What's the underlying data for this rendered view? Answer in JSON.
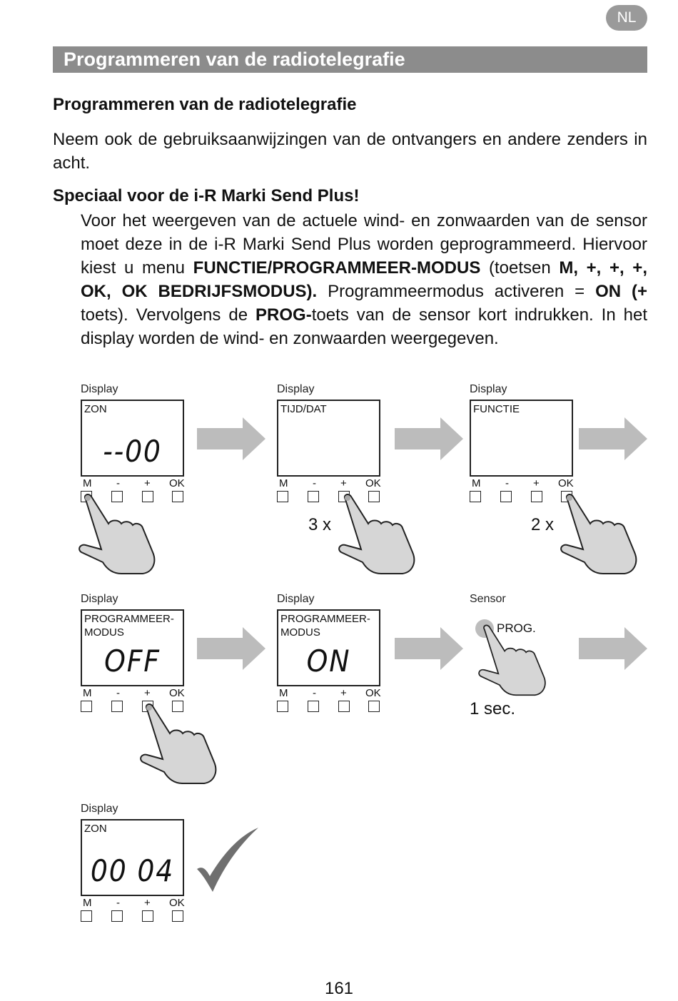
{
  "lang_badge": "NL",
  "banner_title": "Programmeren van de radiotelegrafie",
  "heading1": "Programmeren van de radiotelegrafie",
  "intro": "Neem ook de gebruiksaanwijzingen van de ontvangers en andere zenders in acht.",
  "heading2": "Speciaal voor de i-R Marki Send Plus!",
  "body_segments": [
    {
      "text": "Voor het weergeven van de actuele wind- en zonwaarden van de sensor moet deze in de i-R Marki Send Plus worden geprogrammeerd. Hiervoor kiest u menu ",
      "bold": false
    },
    {
      "text": "FUNCTIE/PROGRAMMEER-MODUS",
      "bold": true
    },
    {
      "text": " (toetsen ",
      "bold": false
    },
    {
      "text": "M, +, +, +, OK, OK BEDRIJFSMODUS).",
      "bold": true
    },
    {
      "text": " Programmeermodus activeren = ",
      "bold": false
    },
    {
      "text": "ON (+",
      "bold": true
    },
    {
      "text": " toets). Vervolgens de ",
      "bold": false
    },
    {
      "text": "PROG-",
      "bold": true
    },
    {
      "text": "toets van de sensor kort indrukken. In het display worden de wind- en zonwaarden weergegeven.",
      "bold": false
    }
  ],
  "key_labels": [
    "M",
    "-",
    "+",
    "OK"
  ],
  "steps": [
    {
      "label": "Display",
      "screen_title": "ZON",
      "screen_value": "--00",
      "count": ""
    },
    {
      "label": "Display",
      "screen_title": "TIJD/DAT",
      "screen_value": "",
      "count": "3 x"
    },
    {
      "label": "Display",
      "screen_title": "FUNCTIE",
      "screen_value": "",
      "count": "2 x"
    },
    {
      "label": "Display",
      "screen_title": "PROGRAMMEER-\nMODUS",
      "screen_value": "OFF",
      "count": ""
    },
    {
      "label": "Display",
      "screen_title": "PROGRAMMEER-\nMODUS",
      "screen_value": "ON",
      "count": ""
    },
    {
      "label": "Display",
      "screen_title": "ZON",
      "screen_value": "00 04",
      "count": ""
    }
  ],
  "sensor": {
    "label": "Sensor",
    "button": "PROG.",
    "duration": "1 sec."
  },
  "page_number": "161"
}
